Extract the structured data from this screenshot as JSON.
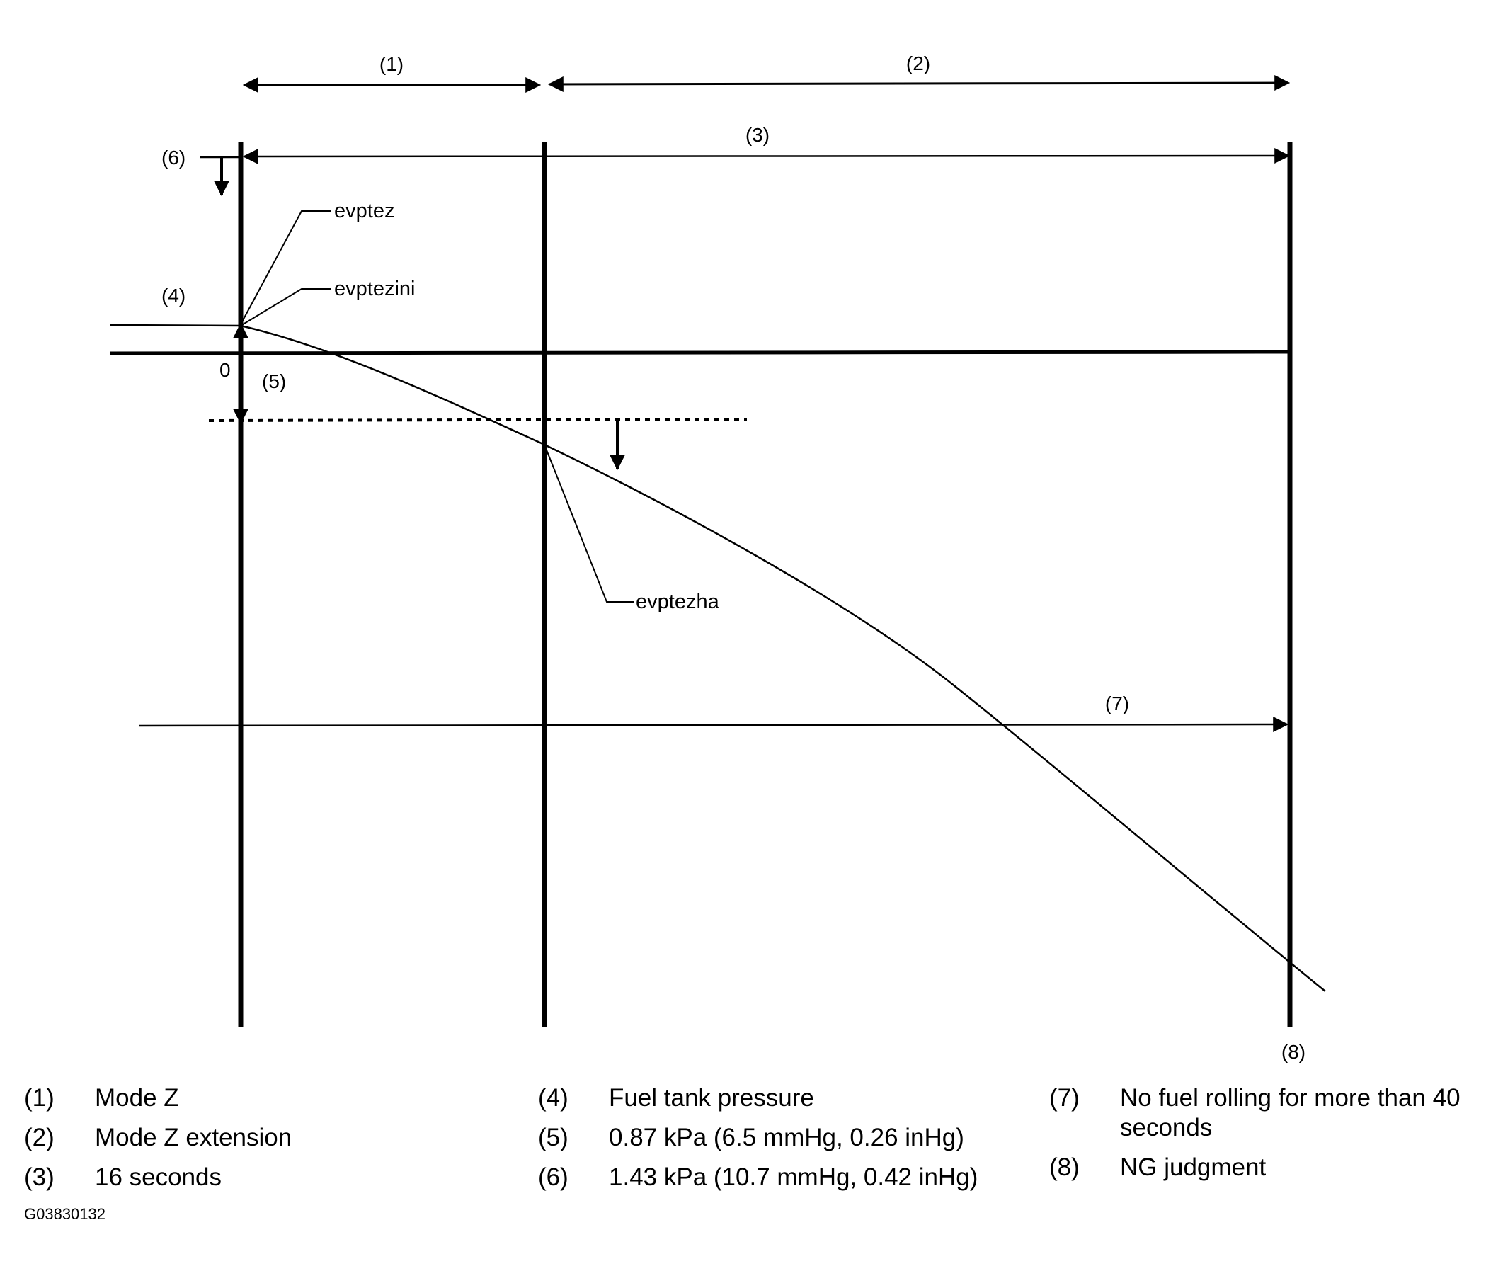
{
  "diagram": {
    "brackets": {
      "b1": "(1)",
      "b2": "(2)",
      "b3": "(3)",
      "b4": "(4)",
      "b5": "(5)",
      "b6": "(6)",
      "b7": "(7)",
      "b8": "(8)"
    },
    "zero_label": "0",
    "callouts": {
      "evptez": "evptez",
      "evptezini": "evptezini",
      "evptezha": "evptezha"
    }
  },
  "legend": [
    [
      {
        "num": "(1)",
        "text": "Mode Z"
      },
      {
        "num": "(2)",
        "text": "Mode Z extension"
      },
      {
        "num": "(3)",
        "text": "16 seconds"
      }
    ],
    [
      {
        "num": "(4)",
        "text": "Fuel tank pressure"
      },
      {
        "num": "(5)",
        "text": "0.87 kPa (6.5 mmHg, 0.26 inHg)"
      },
      {
        "num": "(6)",
        "text": "1.43 kPa (10.7 mmHg, 0.42 inHg)"
      }
    ],
    [
      {
        "num": "(7)",
        "text": "No fuel rolling for more than 40 seconds"
      },
      {
        "num": "(8)",
        "text": "NG judgment"
      }
    ]
  ],
  "figure_code": "G03830132"
}
